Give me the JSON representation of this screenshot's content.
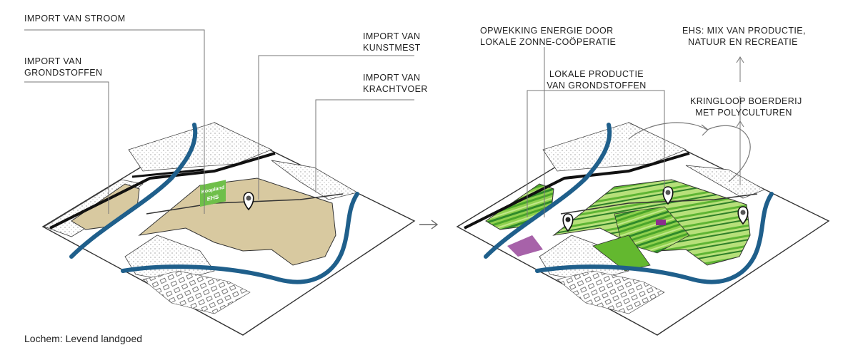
{
  "left_labels": {
    "stroom": "IMPORT VAN STROOM",
    "grondstoffen": [
      "IMPORT VAN",
      "GRONDSTOFFEN"
    ],
    "kunstmest": [
      "IMPORT VAN",
      "KUNSTMEST"
    ],
    "krachtvoer": [
      "IMPORT VAN",
      "KRACHTVOER"
    ],
    "sign": [
      "Koopland",
      "EHS"
    ]
  },
  "right_labels": {
    "energie": [
      "OPWEKKING ENERGIE DOOR",
      "LOKALE ZONNE-COÖPERATIE"
    ],
    "productie": [
      "LOKALE PRODUCTIE",
      "VAN GRONDSTOFFEN"
    ],
    "ehs": [
      "EHS: MIX VAN PRODUCTIE,",
      "NATUUR EN RECREATIE"
    ],
    "kringloop": [
      "KRINGLOOP BOERDERIJ",
      "MET POLYCULTUREN"
    ]
  },
  "arrow_glyph": "→",
  "caption": "Lochem: Levend landgoed",
  "colors": {
    "river": "#1f5f8b",
    "farmland": "#d8c9a0",
    "green_light": "#a8d86a",
    "green_mid": "#63b82f",
    "green_dark": "#2f8a2a",
    "purple": "#8a2e8c",
    "sign": "#6fbf4a"
  },
  "icons": [
    "pin-icon",
    "arrow-right-icon",
    "circular-arrow-icon"
  ]
}
